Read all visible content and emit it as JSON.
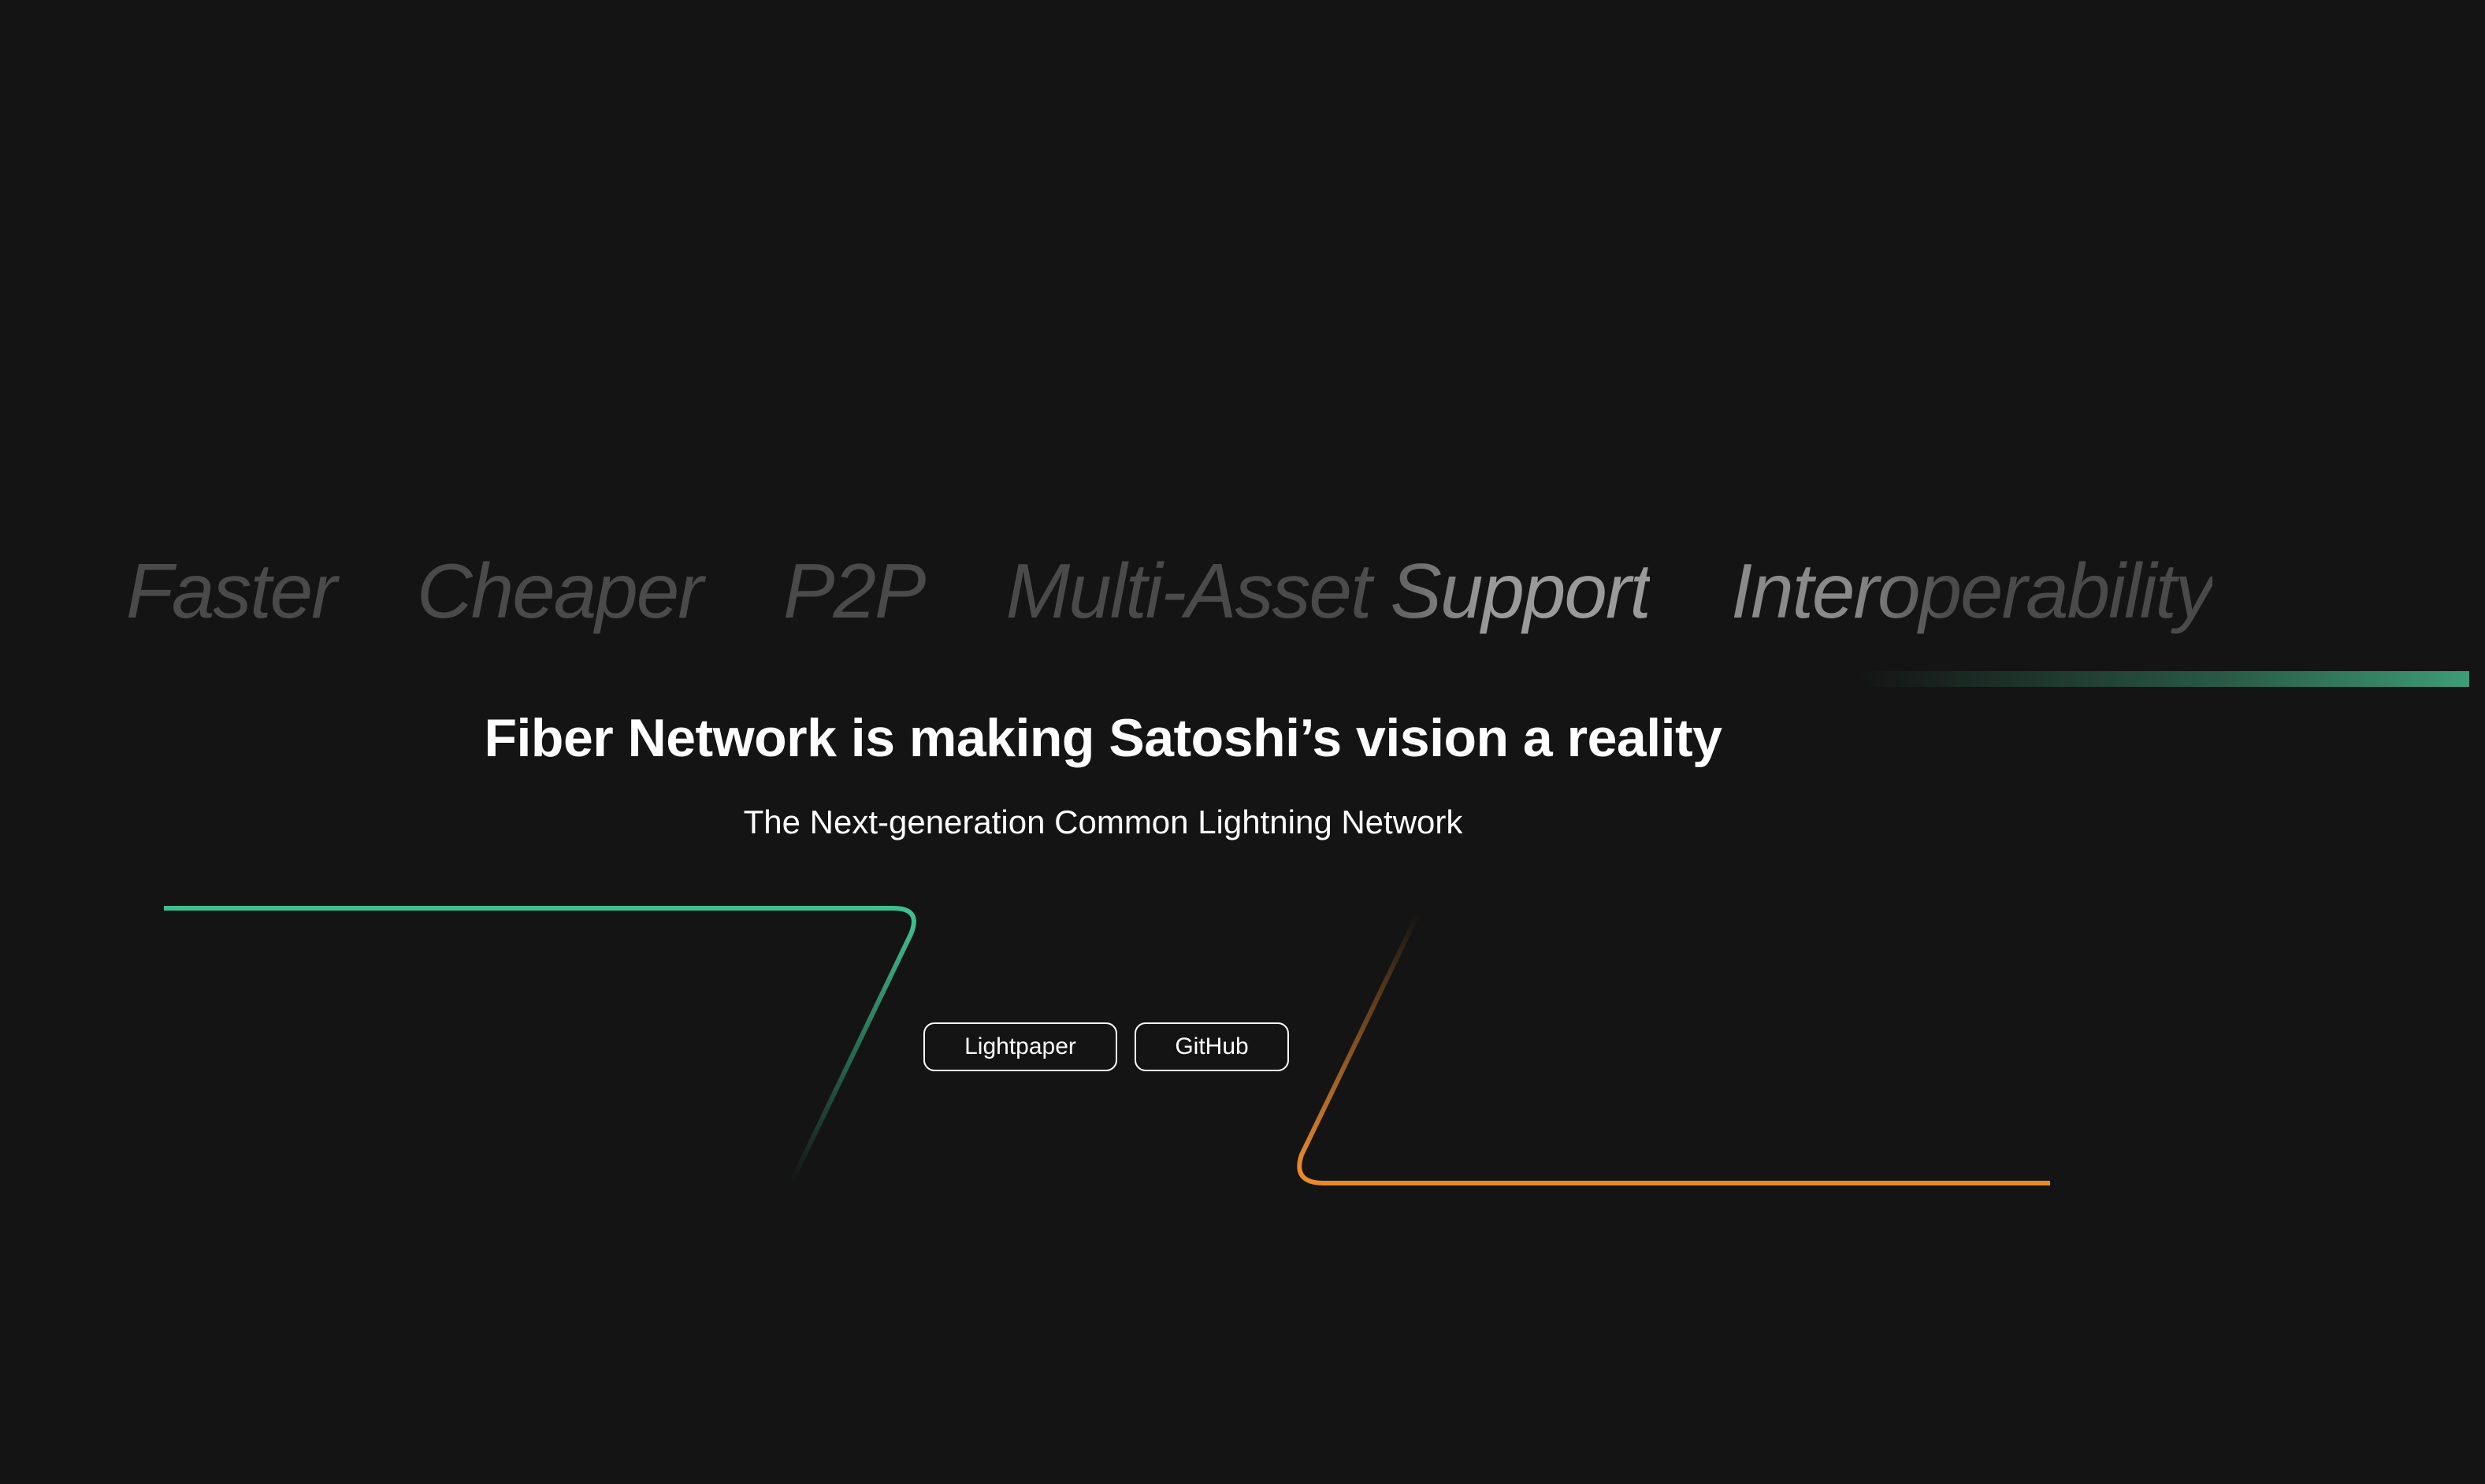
{
  "marquee": {
    "words": [
      "Faster",
      "Cheaper",
      "P2P",
      "Multi-Asset Support",
      "Interoperability"
    ]
  },
  "hero": {
    "headline": "Fiber Network is making Satoshi’s vision a reality",
    "subline": "The Next-generation Common Lightning Network"
  },
  "actions": {
    "lightpaper_label": "Lightpaper",
    "github_label": "GitHub"
  },
  "colors": {
    "background": "#141414",
    "accent_green": "#3fbf8f",
    "accent_orange": "#e88a2c",
    "muted_text": "#4a4a4a"
  }
}
